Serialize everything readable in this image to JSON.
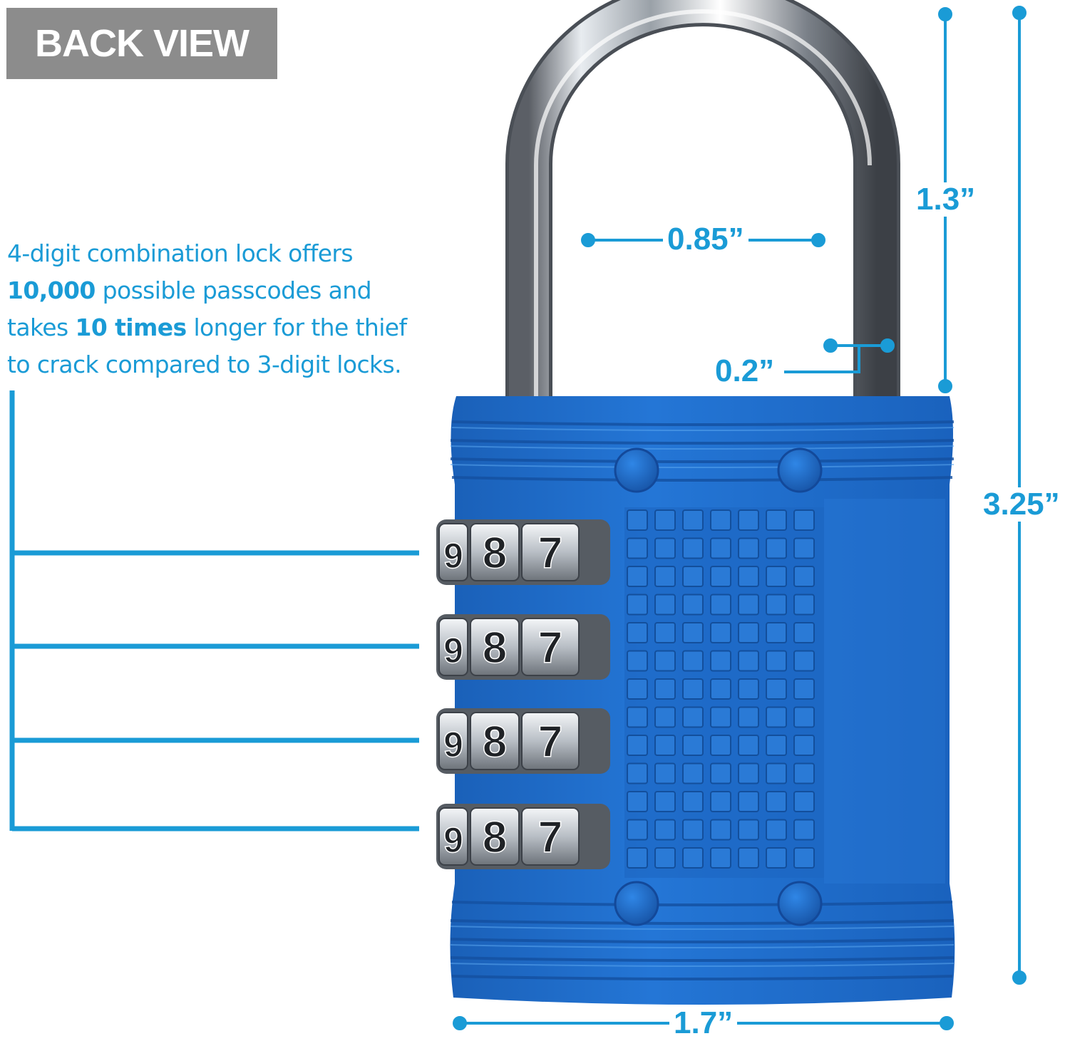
{
  "badge": {
    "label": "BACK VIEW"
  },
  "description": {
    "line1": "4-digit combination lock offers",
    "line2_bold": "10,000",
    "line2_rest": " possible passcodes and",
    "line3_pre": "takes ",
    "line3_bold": "10 times",
    "line3_rest": " longer for the thief",
    "line4": "to crack compared to 3-digit locks."
  },
  "dimensions": {
    "shackle_inner_width": "0.85”",
    "shackle_height": "1.3”",
    "shackle_thickness": "0.2”",
    "total_height": "3.25”",
    "body_width": "1.7”"
  },
  "dials": [
    {
      "digits": [
        "9",
        "8",
        "7"
      ]
    },
    {
      "digits": [
        "9",
        "8",
        "7"
      ]
    },
    {
      "digits": [
        "9",
        "8",
        "7"
      ]
    },
    {
      "digits": [
        "9",
        "8",
        "7"
      ]
    }
  ],
  "colors": {
    "accent": "#1a9bd6",
    "lock_body": "#1e6fcb",
    "badge": "#8c8c8c"
  }
}
